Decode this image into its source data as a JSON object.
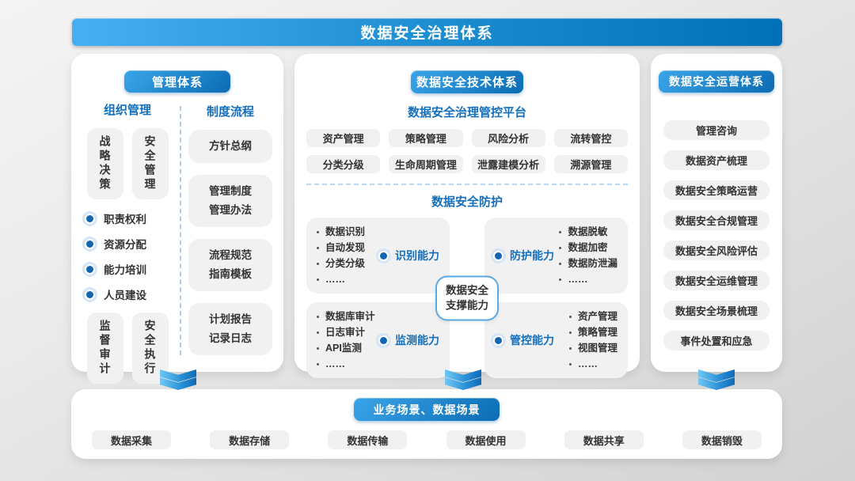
{
  "title": "数据安全治理体系",
  "colors": {
    "banner_gradient_start": "#47aef2",
    "banner_gradient_end": "#0070b8",
    "accent_blue_text": "#1470bd",
    "bullet_dot_blue": "#1266b3",
    "pill_background": "#f1f1f2",
    "panel_background": "#ffffff"
  },
  "icons": {
    "flow_arrow": "double-chevron-down",
    "capability_marker": "ringed-dot",
    "list_marker": "small-dot"
  },
  "left_panel": {
    "header": "管理体系",
    "org": {
      "title": "组织管理",
      "top_boxes": [
        "战略决策",
        "安全管理"
      ],
      "bullets": [
        "职责权利",
        "资源分配",
        "能力培训",
        "人员建设"
      ],
      "bottom_boxes": [
        "监督审计",
        "安全执行"
      ]
    },
    "process": {
      "title": "制度流程",
      "items": [
        [
          "方针总纲"
        ],
        [
          "管理制度",
          "管理办法"
        ],
        [
          "流程规范",
          "指南模板"
        ],
        [
          "计划报告",
          "记录日志"
        ]
      ]
    }
  },
  "middle_panel": {
    "header": "数据安全技术体系",
    "platform_title": "数据安全治理管控平台",
    "platform_items": [
      "资产管理",
      "策略管理",
      "风险分析",
      "流转管控",
      "分类分级",
      "生命周期管理",
      "泄露建模分析",
      "溯源管理"
    ],
    "protection_title": "数据安全防护",
    "capabilities": [
      {
        "name": "识别能力",
        "items": [
          "数据识别",
          "自动发现",
          "分类分级",
          "……"
        ]
      },
      {
        "name": "防护能力",
        "items": [
          "数据脱敏",
          "数据加密",
          "数据防泄漏",
          "……"
        ]
      },
      {
        "name": "监测能力",
        "items": [
          "数据库审计",
          "日志审计",
          "API监测",
          "……"
        ]
      },
      {
        "name": "管控能力",
        "items": [
          "资产管理",
          "策略管理",
          "视图管理",
          "……"
        ]
      }
    ],
    "support_line1": "数据安全",
    "support_line2": "支撑能力"
  },
  "right_panel": {
    "header": "数据安全运营体系",
    "items": [
      "管理咨询",
      "数据资产梳理",
      "数据安全策略运营",
      "数据安全合规管理",
      "数据安全风险评估",
      "数据安全运维管理",
      "数据安全场景梳理",
      "事件处置和应急"
    ]
  },
  "bottom_panel": {
    "header": "业务场景、数据场景",
    "items": [
      "数据采集",
      "数据存储",
      "数据传输",
      "数据使用",
      "数据共享",
      "数据销毁"
    ]
  }
}
